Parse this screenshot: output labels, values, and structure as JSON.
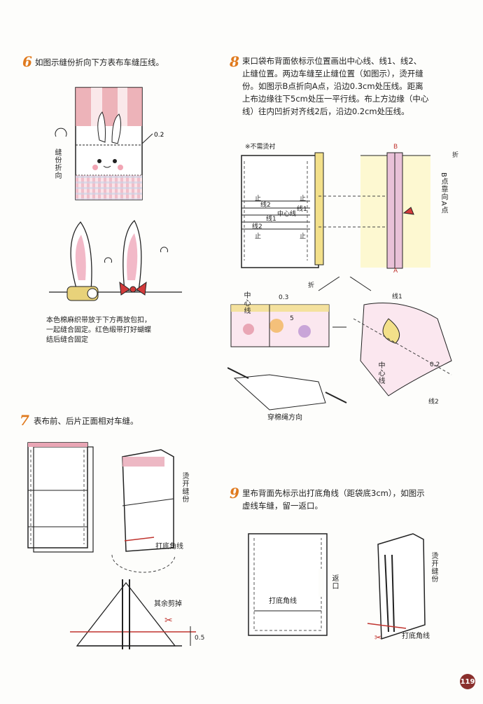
{
  "steps": {
    "s6": {
      "num": "6",
      "text": "如图示缝份折向下方表布车缝压线。"
    },
    "s7": {
      "num": "7",
      "text": "表布前、后片正面相对车缝。"
    },
    "s8": {
      "num": "8",
      "lines": [
        "束口袋布背面依标示位置画出中心线、线1、线2、",
        "止缝位置。两边车缝至止缝位置（如图示），烫开缝",
        "份。如图示B点折向A点，沿边0.3cm处压线。距离",
        "上布边缘往下5cm处压一平行线。布上方边缘（中心",
        "线）往内凹折对齐线2后，沿边0.2cm处压线。"
      ]
    },
    "s9": {
      "num": "9",
      "lines": [
        "里布背面先标示出打底角线（距袋底3cm），如图示",
        "虚线车缝，留一返口。"
      ]
    }
  },
  "fig6": {
    "fold_label": "缝份折向",
    "measure": "0.2",
    "caption": [
      "本色棉麻织带放于下方再放包扣，",
      "一起缝合固定。红色缎带打好蝴蝶",
      "结后缝合固定"
    ]
  },
  "fig7": {
    "iron_label": "烫开缝份",
    "corner_line": "打底角线",
    "trim": "其余剪掉",
    "measure": "0.5"
  },
  "fig8": {
    "no_interface": "※不需烫衬",
    "stop1": "止",
    "stop2": "止",
    "stop3": "止",
    "stop4": "止",
    "line2a": "线2",
    "line1a": "线1",
    "center": "中心线",
    "line1b": "线1",
    "line2b": "线2",
    "point_b": "B",
    "point_a": "A",
    "fold": "折",
    "b_to_a": "B点靠向A点",
    "center_label": "中心线",
    "m03": "0.3",
    "m5": "5",
    "fold2": "折",
    "line1c": "线1",
    "center_label2": "中心线",
    "m02": "0.2",
    "line2c": "线2",
    "cord": "穿棉绳方向"
  },
  "fig9": {
    "return_label": "返口",
    "corner_line": "打底角线",
    "iron_label": "烫开缝份",
    "corner_line2": "打底角线"
  },
  "page_number": "119",
  "colors": {
    "accent": "#e07a1e",
    "pink": "#e9a6b5",
    "red": "#c0342f",
    "yellow": "#f3e08a"
  }
}
